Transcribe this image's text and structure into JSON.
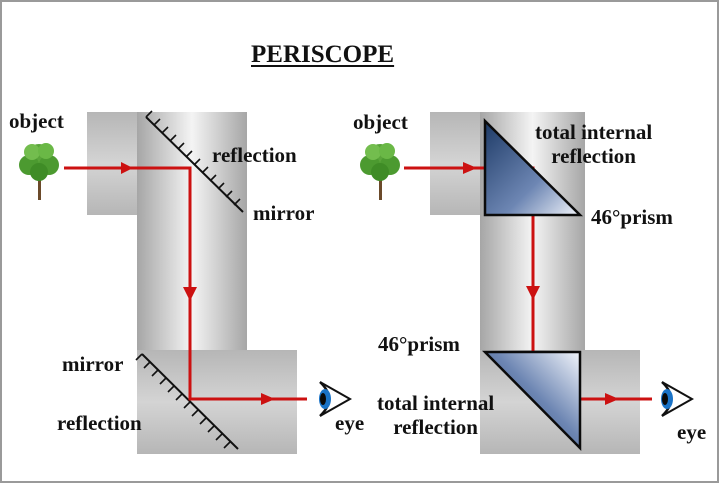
{
  "title": "PERISCOPE",
  "mirror_periscope": {
    "object_label": "object",
    "top_reflection_label": "reflection",
    "top_mirror_label": "mirror",
    "bottom_mirror_label": "mirror",
    "bottom_reflection_label": "reflection",
    "eye_label": "eye"
  },
  "prism_periscope": {
    "object_label": "object",
    "top_tir_label_line1": "total internal",
    "top_tir_label_line2": "reflection",
    "top_prism_label": "46°prism",
    "bottom_prism_label": "46°prism",
    "bottom_tir_label_line1": "total internal",
    "bottom_tir_label_line2": "reflection",
    "eye_label": "eye"
  },
  "colors": {
    "light_ray": "#cc1111",
    "prism_fill": "#1f3f6e",
    "tube": "#b8b8b8",
    "eye_iris": "#1a73c7"
  }
}
